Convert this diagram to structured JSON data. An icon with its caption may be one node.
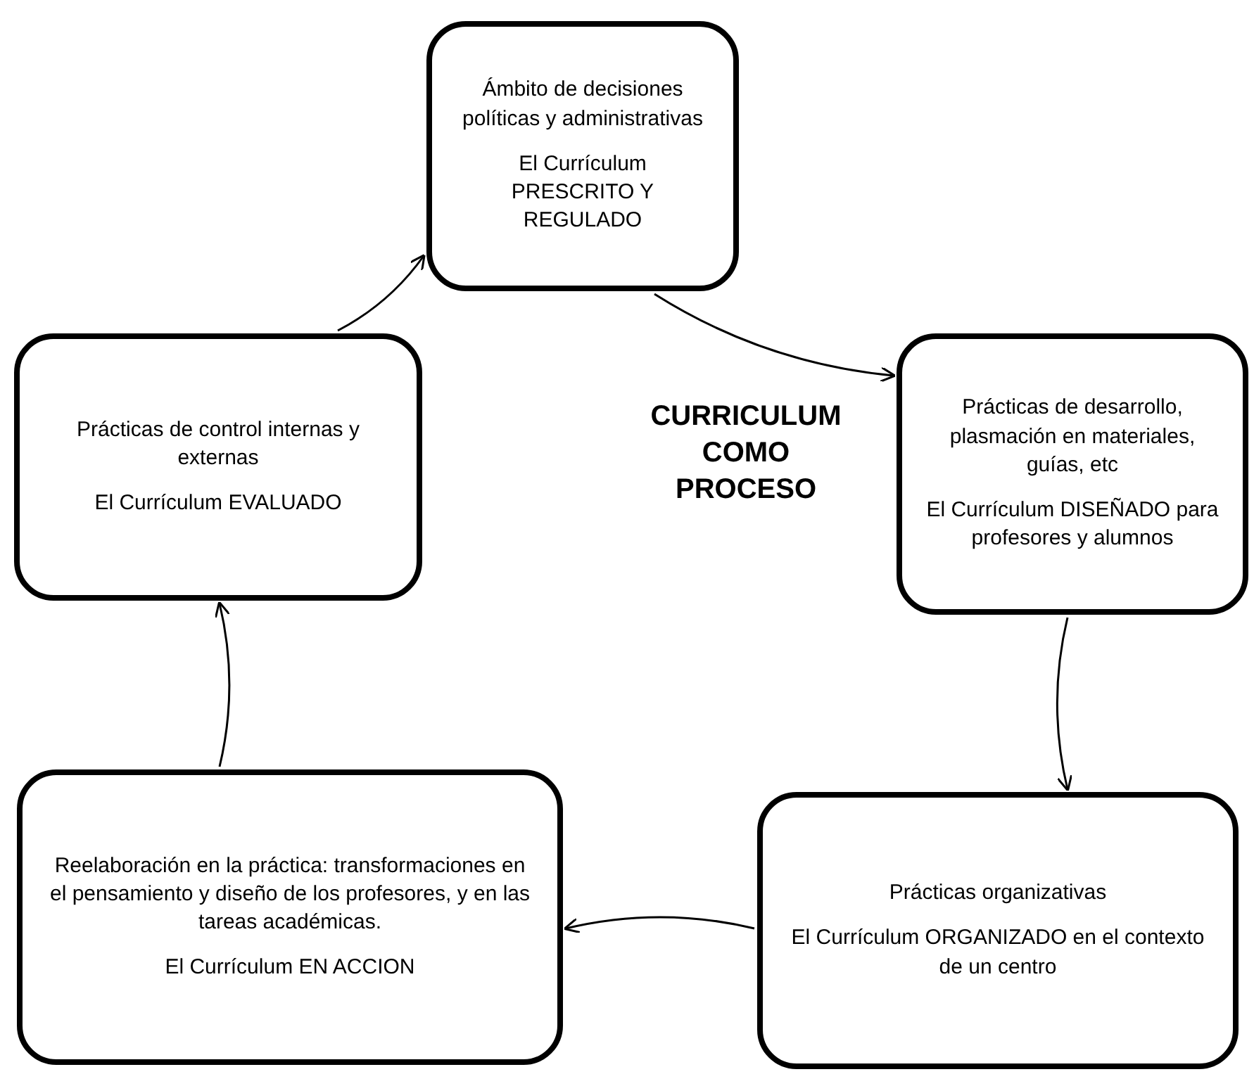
{
  "diagram": {
    "nodes": [
      {
        "text": [
          "Ámbito de decisiones políticas y administrativas",
          "El Currículum PRESCRITO Y REGULADO"
        ]
      },
      {
        "text": [
          "Prácticas de desarrollo, plasmación en materiales, guías, etc",
          "El Currículum DISEÑADO para profesores y alumnos"
        ]
      },
      {
        "text": [
          "Prácticas organizativas",
          "El Currículum ORGANIZADO en el contexto de un centro"
        ]
      },
      {
        "text": [
          "Reelaboración en la práctica: transformaciones en el pensamiento y diseño de los profesores, y en las tareas académicas.",
          "El Currículum EN ACCION"
        ]
      },
      {
        "text": [
          "Prácticas de control internas y externas",
          "El Currículum EVALUADO"
        ]
      }
    ],
    "edges": [
      {
        "from": 4,
        "to": 0,
        "arrow": "to"
      },
      {
        "from": 0,
        "to": 1,
        "arrow": "to"
      },
      {
        "from": 1,
        "to": 2,
        "arrow": "to"
      },
      {
        "from": 2,
        "to": 3,
        "arrow": "to"
      },
      {
        "from": 3,
        "to": 4,
        "arrow": "to"
      }
    ],
    "labels": [
      "CURRICULUM COMO PROCESO"
    ]
  }
}
